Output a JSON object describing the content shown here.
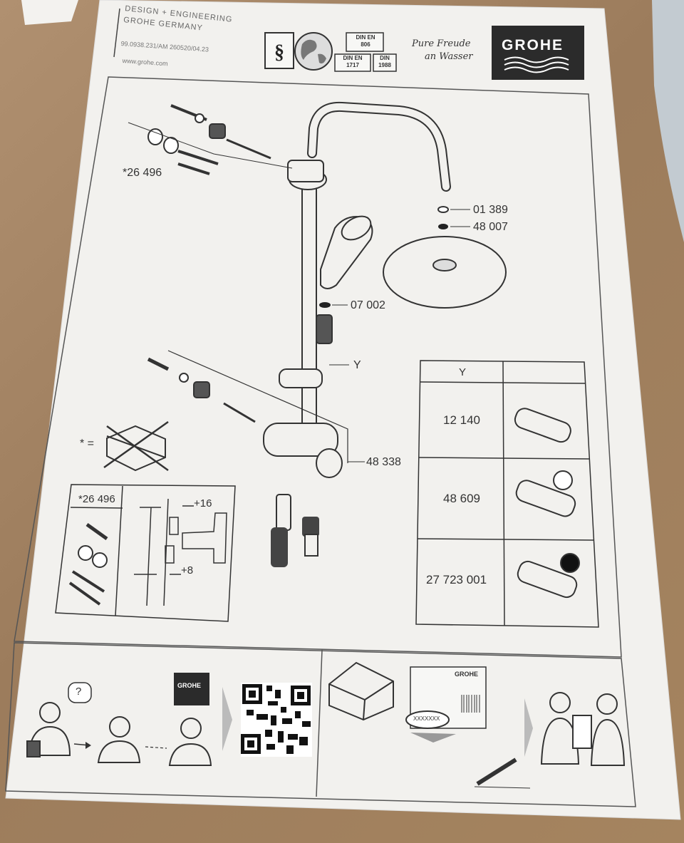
{
  "header": {
    "line1": "DESIGN + ENGINEERING",
    "line2": "GROHE GERMANY",
    "docnum": "99.0938.231/AM 260520/04.23",
    "website": "www.grohe.com",
    "din_en_806": [
      "DIN EN",
      "806"
    ],
    "din_en_1717": [
      "DIN EN",
      "1717"
    ],
    "din_1988": [
      "DIN",
      "1988"
    ],
    "slogan_1": "Pure Freude",
    "slogan_2": "an Wasser",
    "brand_logo": "GROHE"
  },
  "parts": {
    "wall_kit": "*26 496",
    "p01389": "01 389",
    "p48007": "48 007",
    "p07002": "07 002",
    "y_label": "Y",
    "p48338": "48 338",
    "star_note": "* ="
  },
  "detail_box": {
    "title": "*26 496",
    "dim1": "+16",
    "dim2": "+8"
  },
  "y_table": {
    "header": "Y",
    "rows": [
      "12 140",
      "48 609",
      "27 723 001"
    ]
  },
  "bottom": {
    "question": "?",
    "grohe_small": "GROHE",
    "grohe_card": "GROHE",
    "serial": "XXXXXXX"
  },
  "colors": {
    "paper": "#f2f1ee",
    "ink": "#333333",
    "logo_bg": "#2b2b2b"
  }
}
